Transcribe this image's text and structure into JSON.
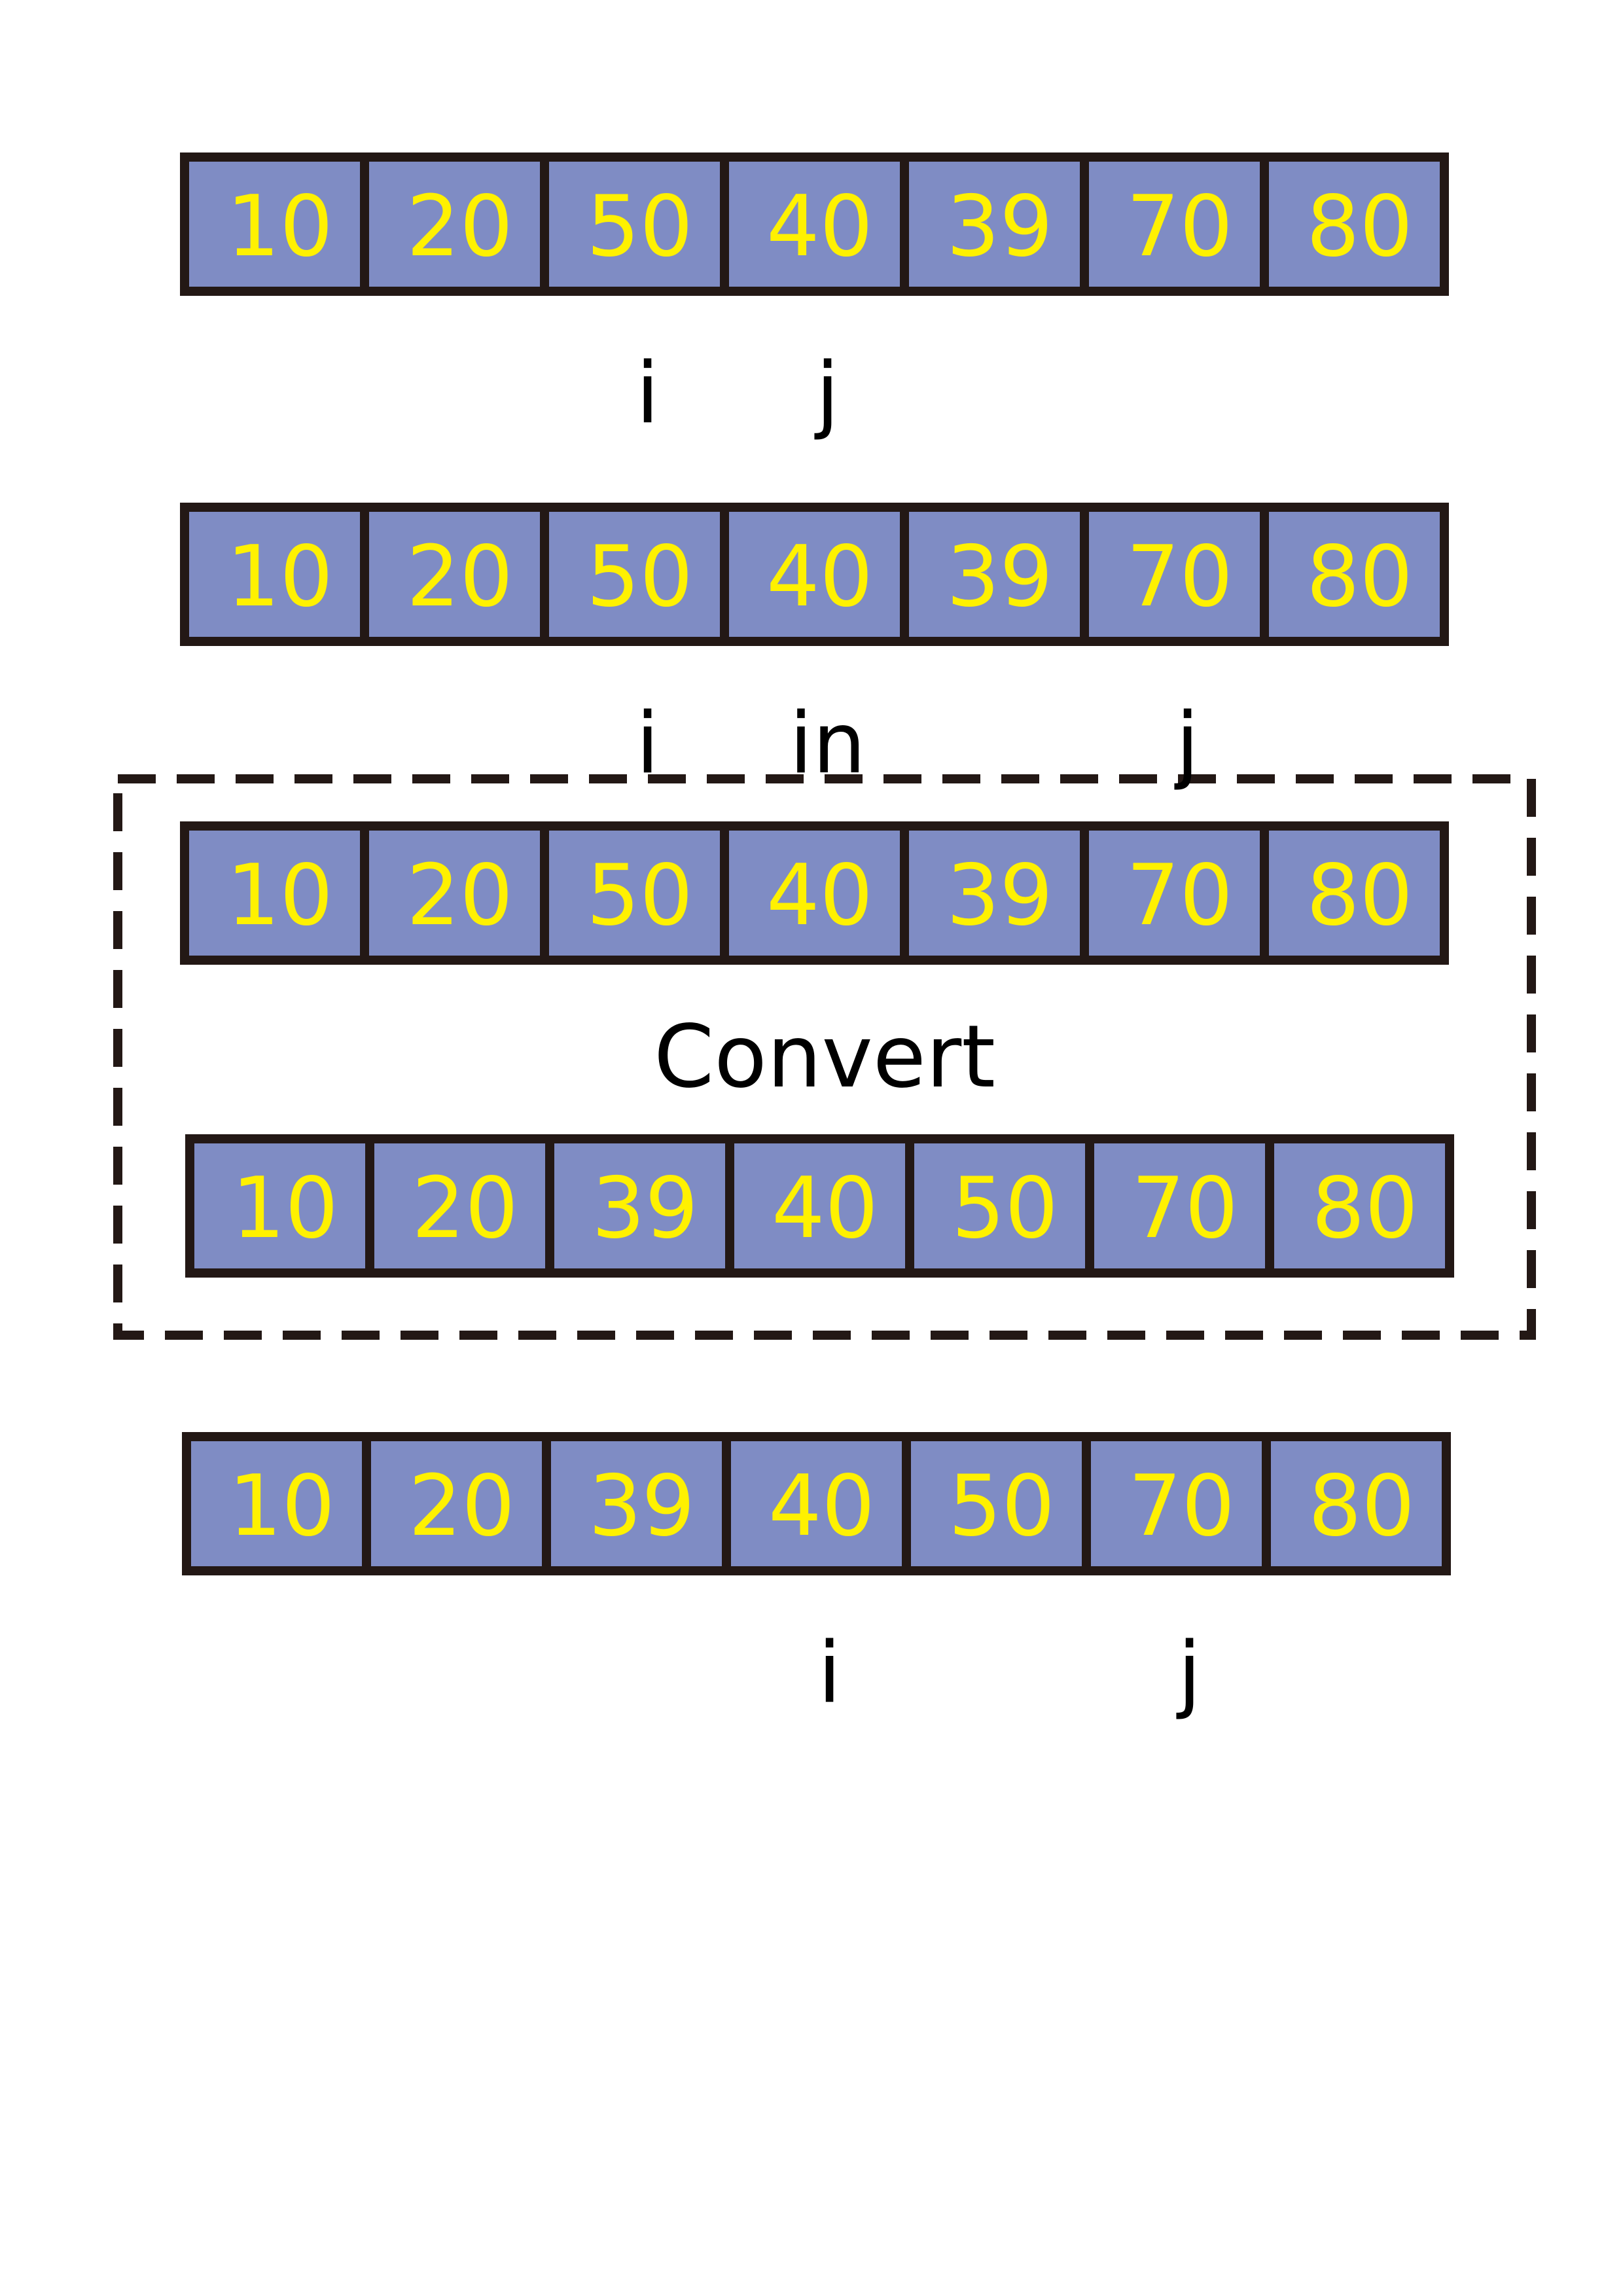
{
  "colors": {
    "cell_fill": "#7f8cc4",
    "cell_border": "#231815",
    "cell_text": "#fff100",
    "label_text": "#000000",
    "dashed_border": "#231815",
    "background": "#ffffff"
  },
  "convert_label": "Convert",
  "rows": [
    {
      "values": [
        "10",
        "20",
        "50",
        "40",
        "39",
        "70",
        "80"
      ],
      "pointers": [
        {
          "label": "i",
          "cell": 2
        },
        {
          "label": "j",
          "cell": 3
        }
      ]
    },
    {
      "values": [
        "10",
        "20",
        "50",
        "40",
        "39",
        "70",
        "80"
      ],
      "pointers": [
        {
          "label": "i",
          "cell": 2
        },
        {
          "label": "in",
          "cell": 3
        },
        {
          "label": "j",
          "cell": 5
        }
      ]
    },
    {
      "values": [
        "10",
        "20",
        "50",
        "40",
        "39",
        "70",
        "80"
      ],
      "pointers": []
    },
    {
      "values": [
        "10",
        "20",
        "39",
        "40",
        "50",
        "70",
        "80"
      ],
      "pointers": []
    },
    {
      "values": [
        "10",
        "20",
        "39",
        "40",
        "50",
        "70",
        "80"
      ],
      "pointers": [
        {
          "label": "i",
          "cell": 3
        },
        {
          "label": "j",
          "cell": 5
        }
      ]
    }
  ]
}
